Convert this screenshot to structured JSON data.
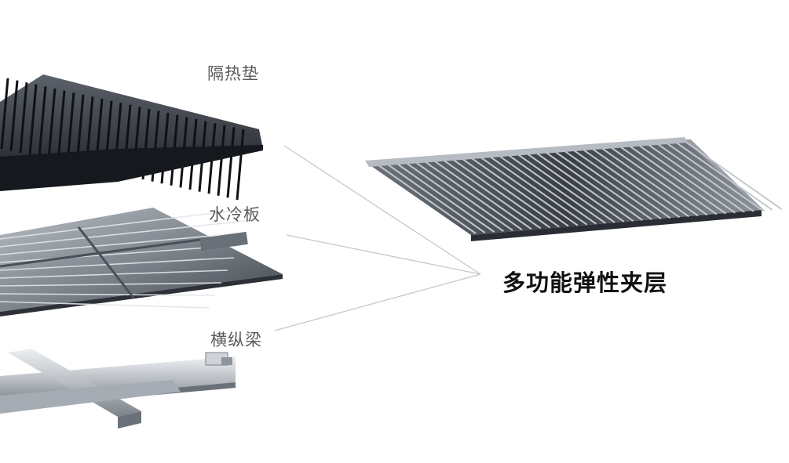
{
  "labels": {
    "insulation_pad": "隔热垫",
    "cold_plate": "水冷板",
    "beams": "横纵梁",
    "main": "多功能弹性夹层"
  },
  "colors": {
    "background": "#ffffff",
    "label_text": "#5a5a5a",
    "main_text": "#111111",
    "leader_line": "#c8c8c8",
    "metal_dark": "#2b2f36",
    "metal_mid": "#8c939b",
    "metal_light": "#d6dadf"
  }
}
